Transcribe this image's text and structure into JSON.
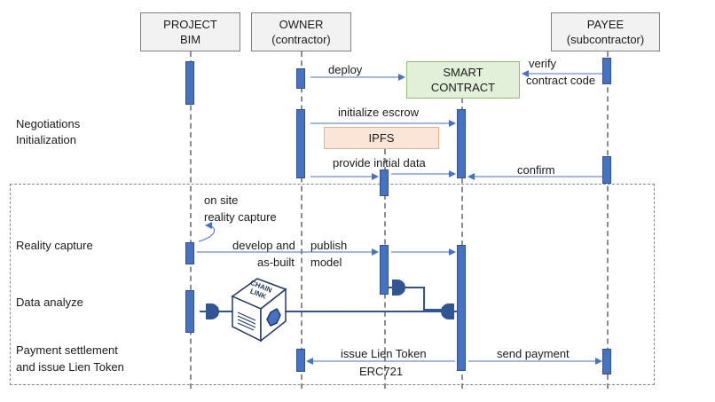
{
  "actors": {
    "project_bim": {
      "line1": "PROJECT",
      "line2": "BIM"
    },
    "owner": {
      "line1": "OWNER",
      "line2": "(contractor)"
    },
    "payee": {
      "line1": "PAYEE",
      "line2": "(subcontractor)"
    }
  },
  "boxes": {
    "smart_contract": {
      "line1": "SMART",
      "line2": "CONTRACT"
    },
    "ipfs": "IPFS",
    "chainlink": {
      "line1": "CHAIN",
      "line2": "LINK"
    }
  },
  "messages": {
    "deploy": "deploy",
    "verify": "verify",
    "contract_code": "contract code",
    "initialize_escrow": "initialize escrow",
    "provide_initial_data": "provide initial data",
    "confirm": "confirm",
    "on_site": "on site",
    "reality_capture_note": "reality capture",
    "develop_and": "develop and",
    "as_built": "as-built",
    "publish": "publish",
    "model": "model",
    "issue_lien_token": "issue Lien Token",
    "erc721": "ERC721",
    "send_payment": "send payment"
  },
  "stages": {
    "negotiations": "Negotiations",
    "initialization": "Initialization",
    "reality_capture": "Reality capture",
    "data_analyze": "Data analyze",
    "payment_settlement": "Payment settlement",
    "issue_lien_token": "and issue Lien Token"
  },
  "colors": {
    "activation": "#4472c4",
    "arrow": "#4472c4",
    "smart_contract_fill": "#e2f0d9",
    "ipfs_fill": "#fbe5d6",
    "actor_fill": "#f2f2f2"
  }
}
